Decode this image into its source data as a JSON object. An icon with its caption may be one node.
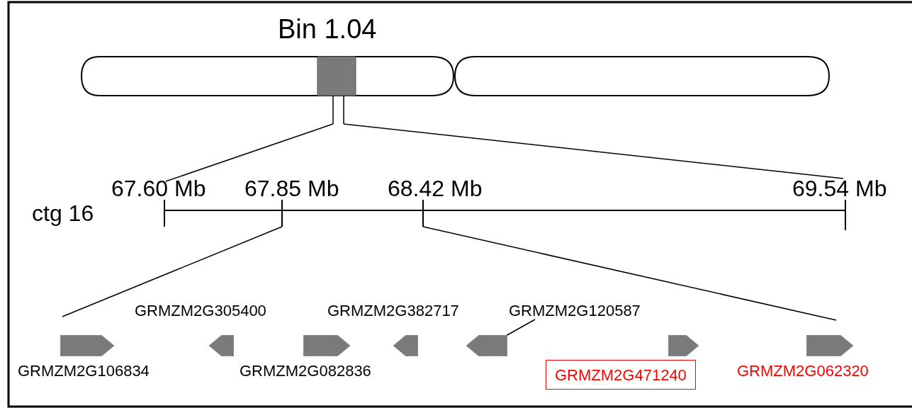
{
  "diagram": {
    "nodes": [
      {
        "text": [],
        "shape": "arrow",
        "beside": [
          "GRMZM2G106834"
        ]
      },
      {
        "text": [],
        "shape": "arrow",
        "beside": [
          "GRMZM2G305400"
        ]
      },
      {
        "text": [],
        "shape": "arrow",
        "beside": [
          "GRMZM2G082836"
        ]
      },
      {
        "text": [],
        "shape": "arrow",
        "beside": [
          "GRMZM2G382717"
        ]
      },
      {
        "text": [
          "GRMZM2G120587"
        ]
      },
      {
        "text": [],
        "shape": "arrow"
      },
      {
        "text": [],
        "shape": "arrow",
        "beside": [
          "GRMZM2G471240"
        ]
      },
      {
        "text": [],
        "shape": "arrow",
        "beside": [
          "GRMZM2G062320"
        ]
      }
    ],
    "edges": [
      {
        "from": 4,
        "to": 5,
        "arrow": "none"
      }
    ],
    "labels": [
      "Bin 1.04",
      "67.60 Mb",
      "67.85 Mb",
      "68.42 Mb",
      "69.54 Mb",
      "ctg 16"
    ]
  }
}
